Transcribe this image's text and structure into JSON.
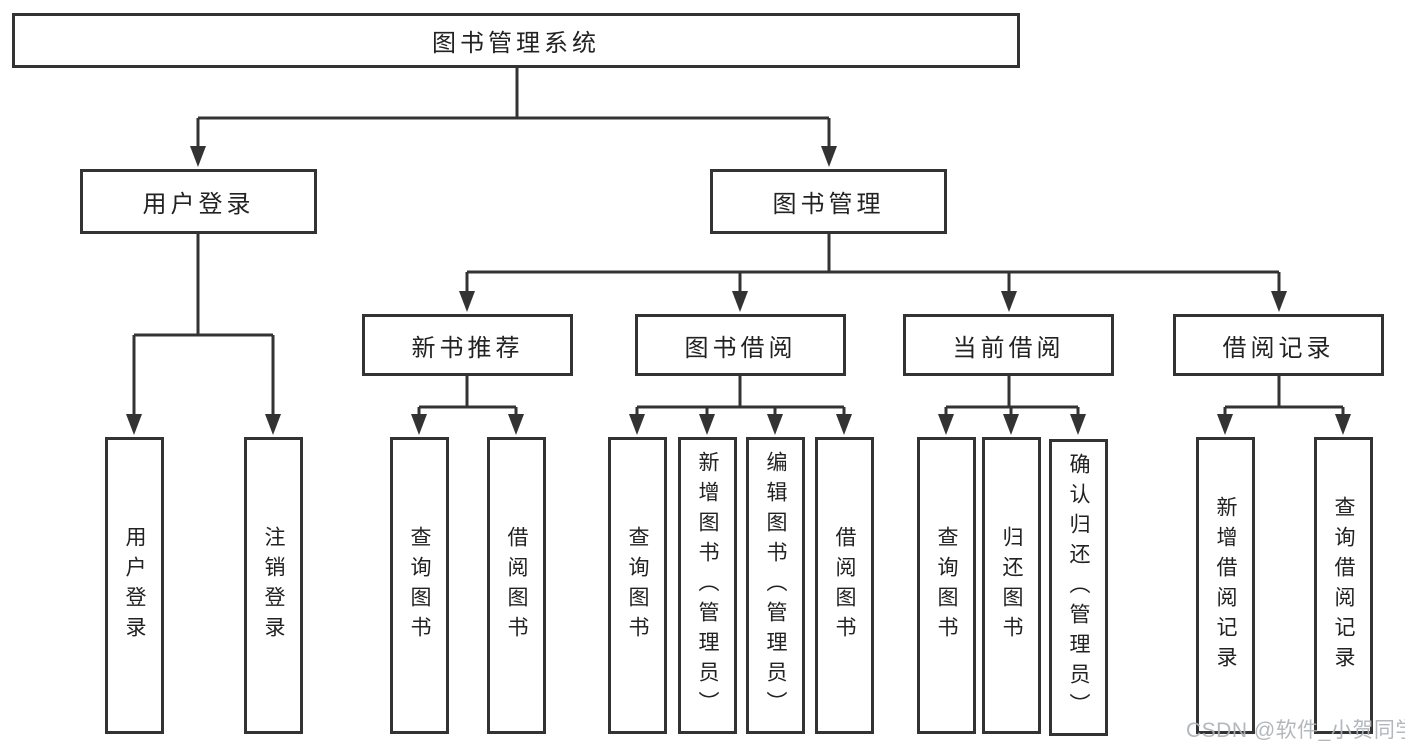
{
  "diagram_title": "图书管理系统",
  "tree": {
    "root": {
      "label": "图书管理系统"
    },
    "level2": [
      {
        "label": "用户登录",
        "children": [
          {
            "label": "用户登录"
          },
          {
            "label": "注销登录"
          }
        ]
      },
      {
        "label": "图书管理",
        "children": [
          {
            "label": "新书推荐",
            "children": [
              {
                "label": "查询图书"
              },
              {
                "label": "借阅图书"
              }
            ]
          },
          {
            "label": "图书借阅",
            "children": [
              {
                "label": "查询图书"
              },
              {
                "label": "新增图书（管理员）"
              },
              {
                "label": "编辑图书（管理员）"
              },
              {
                "label": "借阅图书"
              }
            ]
          },
          {
            "label": "当前借阅",
            "children": [
              {
                "label": "查询图书"
              },
              {
                "label": "归还图书"
              },
              {
                "label": "确认归还（管理员）"
              }
            ]
          },
          {
            "label": "借阅记录",
            "children": [
              {
                "label": "新增借阅记录"
              },
              {
                "label": "查询借阅记录"
              }
            ]
          }
        ]
      }
    ]
  },
  "watermark": {
    "text": "CSDN @软件_小贺同学"
  },
  "colors": {
    "line": "#333333",
    "box_border": "#333333",
    "box_fill": "#ffffff",
    "text": "#222222",
    "watermark": "#acb1b9",
    "background": "#ffffff"
  }
}
